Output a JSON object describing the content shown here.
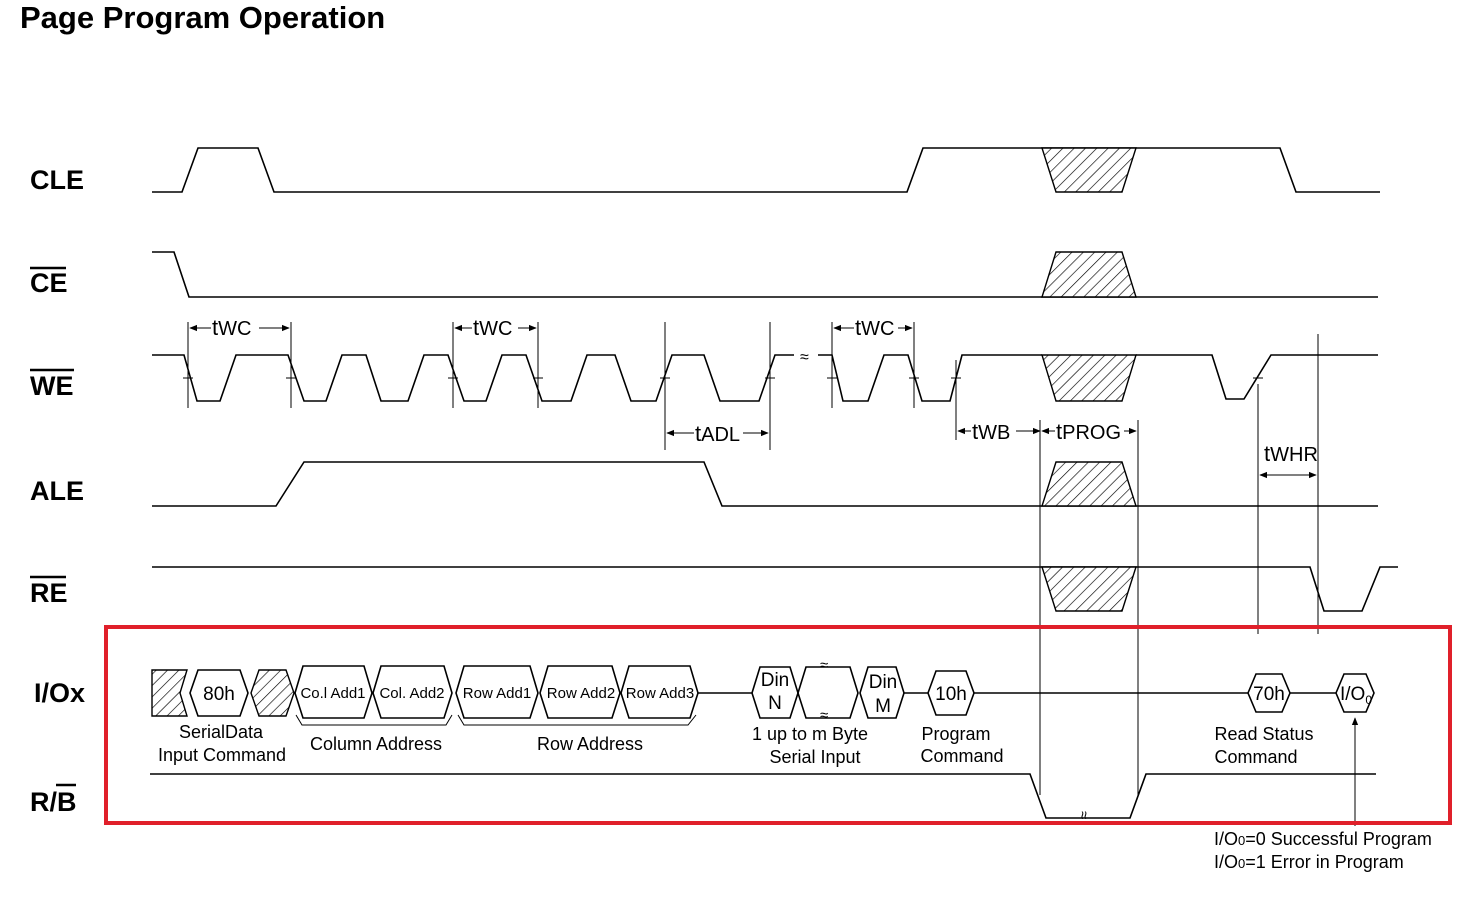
{
  "title": "Page Program Operation",
  "signals": {
    "cle": "CLE",
    "ce": "CE",
    "we": "WE",
    "ale": "ALE",
    "re": "RE",
    "io": "I/Ox",
    "rb_r": "R/",
    "rb_b": "B"
  },
  "timing": {
    "twc_t": "t",
    "twc_s": "WC",
    "tadl_t": "t",
    "tadl_s": "ADL",
    "twb_t": "t",
    "twb_s": "WB",
    "tprog_t": "t",
    "tprog_s": "PROG",
    "twhr_t": "t",
    "twhr_s": "WHR"
  },
  "io_cells": {
    "cmd80": "80h",
    "col1": "Co.l Add1",
    "col2": "Col. Add2",
    "row1": "Row Add1",
    "row2": "Row Add2",
    "row3": "Row Add3",
    "din_n_1": "Din",
    "din_n_2": "N",
    "din_m_1": "Din",
    "din_m_2": "M",
    "cmd10": "10h",
    "cmd70": "70h",
    "io0_main": "I/O",
    "io0_sub": "0"
  },
  "io_labels": {
    "serial_1": "SerialData",
    "serial_2": "Input Command",
    "column": "Column Address",
    "row": "Row Address",
    "bytes_1": "1 up to m Byte",
    "bytes_2": "Serial Input",
    "program_1": "Program",
    "program_2": "Command",
    "read_1": "Read Status",
    "read_2": "Command"
  },
  "notes": {
    "n1_a": "I/O",
    "n1_sub": "0",
    "n1_b": "=0 Successful Program",
    "n2_a": "I/O",
    "n2_sub": "0",
    "n2_b": "=1 Error in Program"
  },
  "colors": {
    "highlight": "#e0202a",
    "line": "#000000"
  }
}
